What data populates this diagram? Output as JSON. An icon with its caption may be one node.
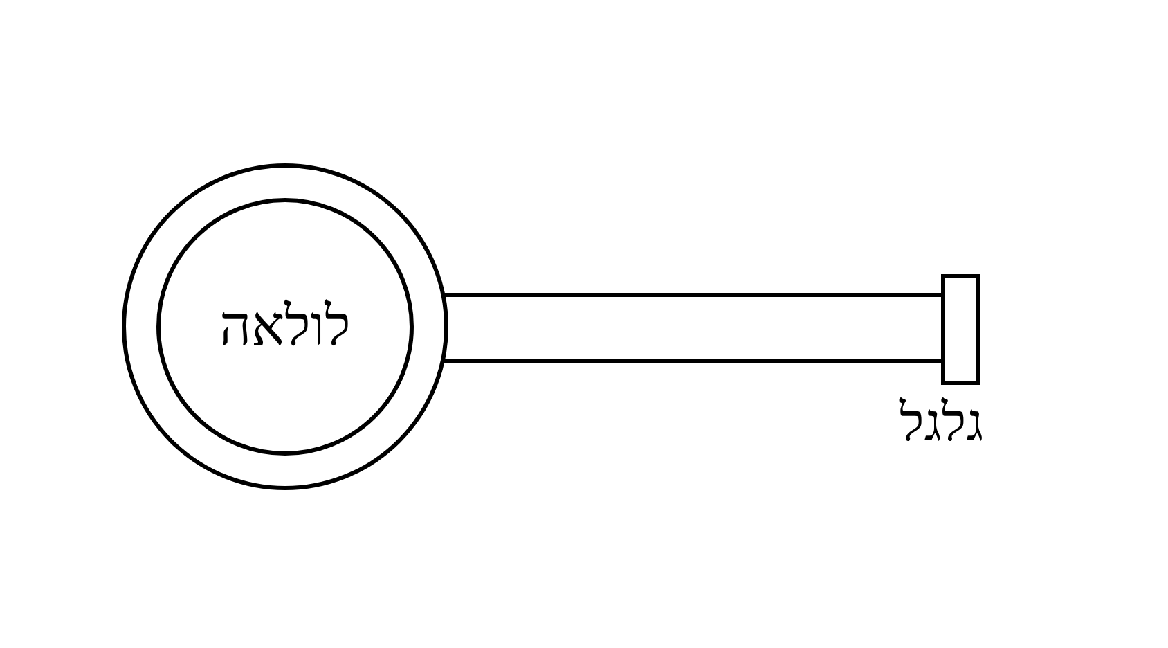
{
  "diagram": {
    "nodes": [
      {
        "text": [],
        "shape": "circle"
      },
      {
        "text": [
          "לולאה"
        ],
        "in": 0
      },
      {
        "text": [
          "גלגל"
        ]
      }
    ],
    "edges": [
      {
        "from": 0,
        "to": 2,
        "arrow": "none"
      }
    ]
  }
}
